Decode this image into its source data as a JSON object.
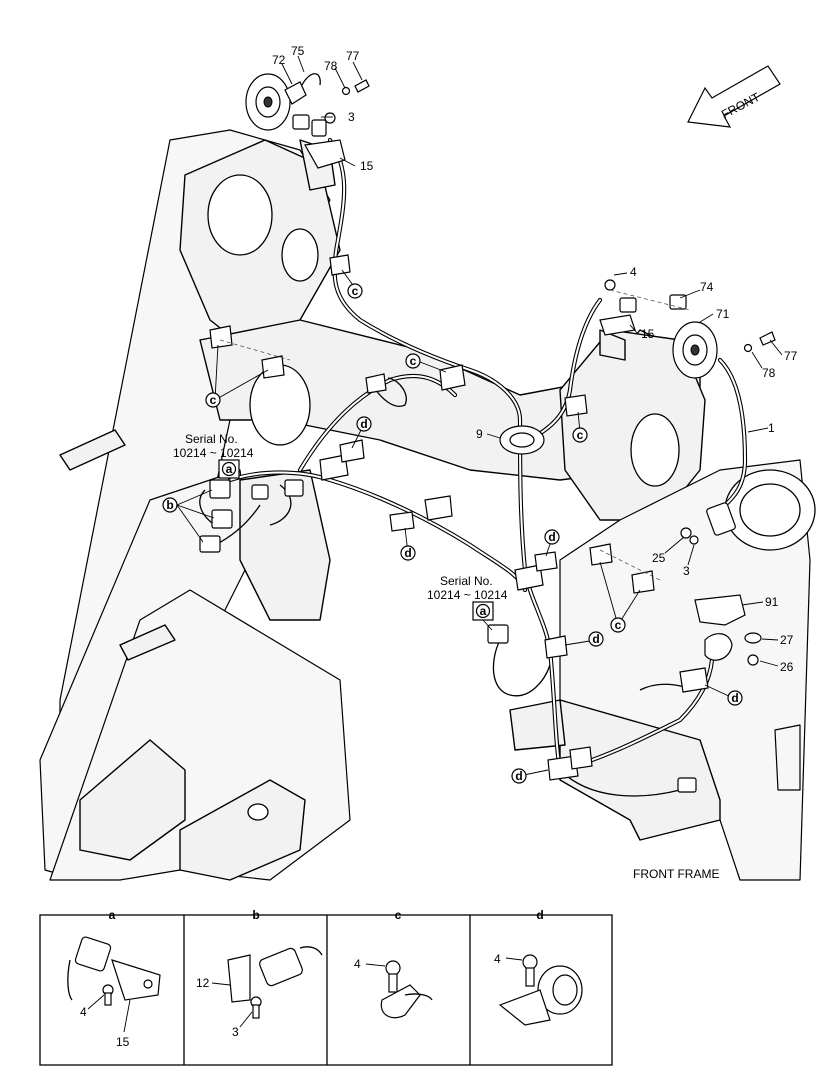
{
  "title": "FRONT FRAME",
  "front_arrow_label": "FRONT",
  "serial_label": "Serial No.",
  "serial_range": "10214 ~ 10214",
  "part_numbers": {
    "p72": "72",
    "p75": "75",
    "p77a": "77",
    "p78a": "78",
    "p3a": "3",
    "p15a": "15",
    "p4a": "4",
    "p74": "74",
    "p71": "71",
    "p15b": "15",
    "p77b": "77",
    "p78b": "78",
    "p9": "9",
    "p1": "1",
    "p25": "25",
    "p3b": "3",
    "p91": "91",
    "p27": "27",
    "p26": "26"
  },
  "ref_letters": {
    "a": "a",
    "b": "b",
    "c": "c",
    "d": "d"
  },
  "detail_panels": [
    {
      "head": "a",
      "callouts": [
        "4",
        "15"
      ]
    },
    {
      "head": "b",
      "callouts": [
        "12",
        "3"
      ]
    },
    {
      "head": "c",
      "callouts": [
        "4"
      ]
    },
    {
      "head": "d",
      "callouts": [
        "4"
      ]
    }
  ]
}
